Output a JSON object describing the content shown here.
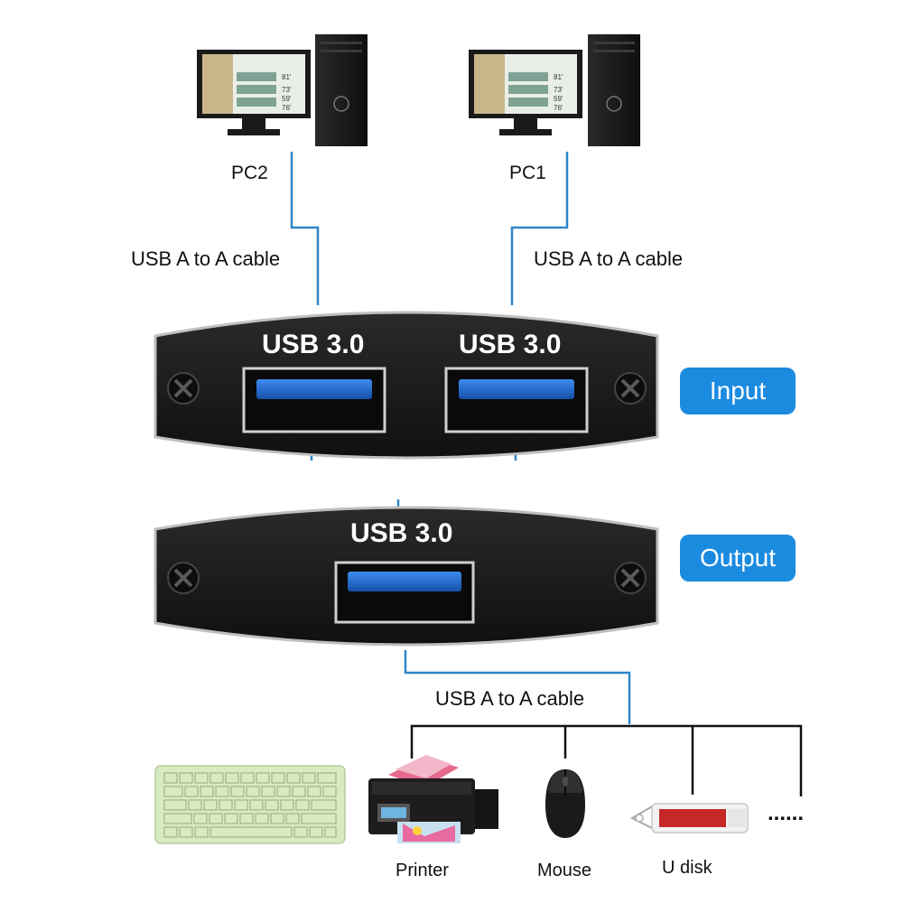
{
  "computers": [
    {
      "label": "PC2",
      "screen_readouts": [
        "81'",
        "73'",
        "59'",
        "76'"
      ]
    },
    {
      "label": "PC1",
      "screen_readouts": [
        "81'",
        "73'",
        "59'",
        "76'"
      ]
    }
  ],
  "cables": {
    "pc2_cable": "USB A to A cable",
    "pc1_cable": "USB A to A cable",
    "output_cable": "USB A to A cable"
  },
  "switch": {
    "input_port_left": "USB 3.0",
    "input_port_right": "USB 3.0",
    "output_port": "USB 3.0",
    "input_tag": "Input",
    "output_tag": "Output"
  },
  "devices": [
    {
      "label": "Printer",
      "icon": "printer-icon"
    },
    {
      "label": "Mouse",
      "icon": "mouse-icon"
    },
    {
      "label": "U disk",
      "icon": "usb-drive-icon"
    }
  ],
  "more_devices": "......",
  "colors": {
    "wire": "#2e86c8",
    "tag": "#1b8be0",
    "panel": "#1c1c1c",
    "port_blue": "#1f6fd0"
  }
}
